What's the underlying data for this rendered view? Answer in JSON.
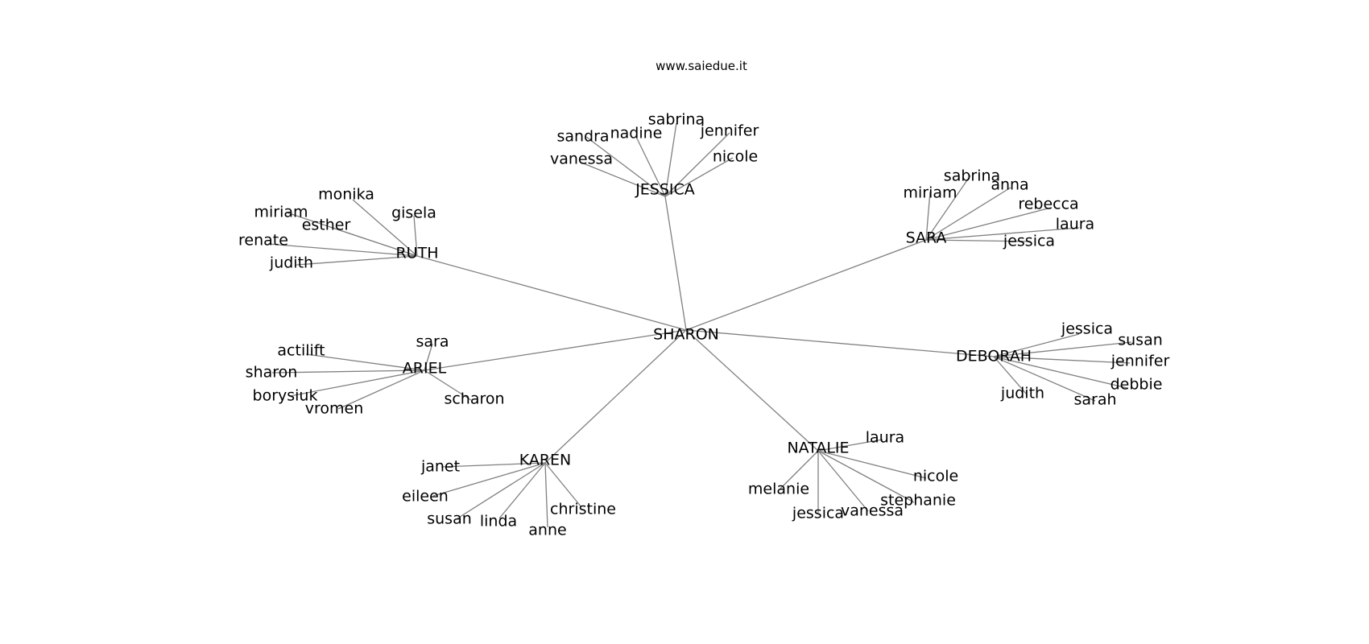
{
  "title": "www.saiedue.it",
  "edge_color": "#808080",
  "center": "SHARON",
  "clusters": [
    {
      "hub": "JESSICA",
      "leaves": [
        "vanessa",
        "sandra",
        "nadine",
        "sabrina",
        "jennifer",
        "nicole"
      ]
    },
    {
      "hub": "RUTH",
      "leaves": [
        "monika",
        "miriam",
        "esther",
        "gisela",
        "renate",
        "judith"
      ]
    },
    {
      "hub": "SARA",
      "leaves": [
        "miriam",
        "sabrina",
        "anna",
        "rebecca",
        "laura",
        "jessica"
      ]
    },
    {
      "hub": "ARIEL",
      "leaves": [
        "actilift",
        "sara",
        "sharon",
        "borysiuk",
        "vromen",
        "scharon"
      ]
    },
    {
      "hub": "DEBORAH",
      "leaves": [
        "jessica",
        "susan",
        "jennifer",
        "debbie",
        "judith",
        "sarah"
      ]
    },
    {
      "hub": "KAREN",
      "leaves": [
        "janet",
        "eileen",
        "susan",
        "linda",
        "anne",
        "christine"
      ]
    },
    {
      "hub": "NATALIE",
      "leaves": [
        "laura",
        "nicole",
        "melanie",
        "stephanie",
        "jessica",
        "vanessa"
      ]
    }
  ]
}
